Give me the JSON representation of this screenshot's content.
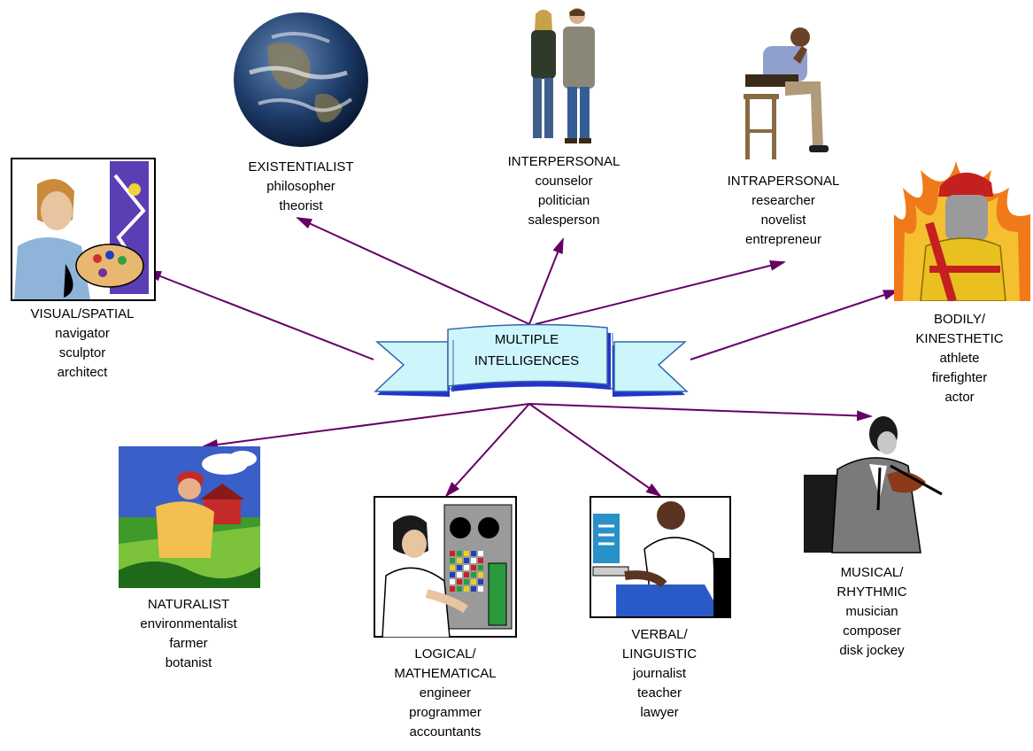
{
  "center": {
    "lines": [
      "MULTIPLE",
      "INTELLIGENCES"
    ]
  },
  "nodes": [
    {
      "id": "existentialist",
      "lines": [
        "EXISTENTIALIST",
        "philosopher",
        "theorist"
      ],
      "icon": "earth-globe-icon"
    },
    {
      "id": "interpersonal",
      "lines": [
        "INTERPERSONAL",
        "counselor",
        "politician",
        "salesperson"
      ],
      "icon": "couple-standing-icon"
    },
    {
      "id": "intrapersonal",
      "lines": [
        "INTRAPERSONAL",
        "researcher",
        "novelist",
        "entrepreneur"
      ],
      "icon": "thinking-man-on-stool-icon"
    },
    {
      "id": "visual-spatial",
      "lines": [
        "VISUAL/SPATIAL",
        "navigator",
        "sculptor",
        "architect"
      ],
      "icon": "painter-at-easel-icon"
    },
    {
      "id": "bodily-kinesthetic",
      "lines": [
        "BODILY/",
        "KINESTHETIC",
        "athlete",
        "firefighter",
        "actor"
      ],
      "icon": "firefighter-icon"
    },
    {
      "id": "naturalist",
      "lines": [
        "NATURALIST",
        "environmentalist",
        "farmer",
        "botanist"
      ],
      "icon": "farmer-in-field-icon"
    },
    {
      "id": "logical-mathematical",
      "lines": [
        "LOGICAL/",
        "MATHEMATICAL",
        "engineer",
        "programmer",
        "accountants"
      ],
      "icon": "engineer-at-console-icon"
    },
    {
      "id": "verbal-linguistic",
      "lines": [
        "VERBAL/",
        "LINGUISTIC",
        "journalist",
        "teacher",
        "lawyer"
      ],
      "icon": "person-typing-computer-icon"
    },
    {
      "id": "musical-rhythmic",
      "lines": [
        "MUSICAL/",
        "RHYTHMIC",
        "musician",
        "composer",
        "disk jockey"
      ],
      "icon": "violinist-icon"
    }
  ],
  "colors": {
    "arrow": "#660066",
    "banner_fill": "#ccf5fc",
    "banner_shadow": "#2233cc",
    "banner_outline": "#3366aa"
  }
}
